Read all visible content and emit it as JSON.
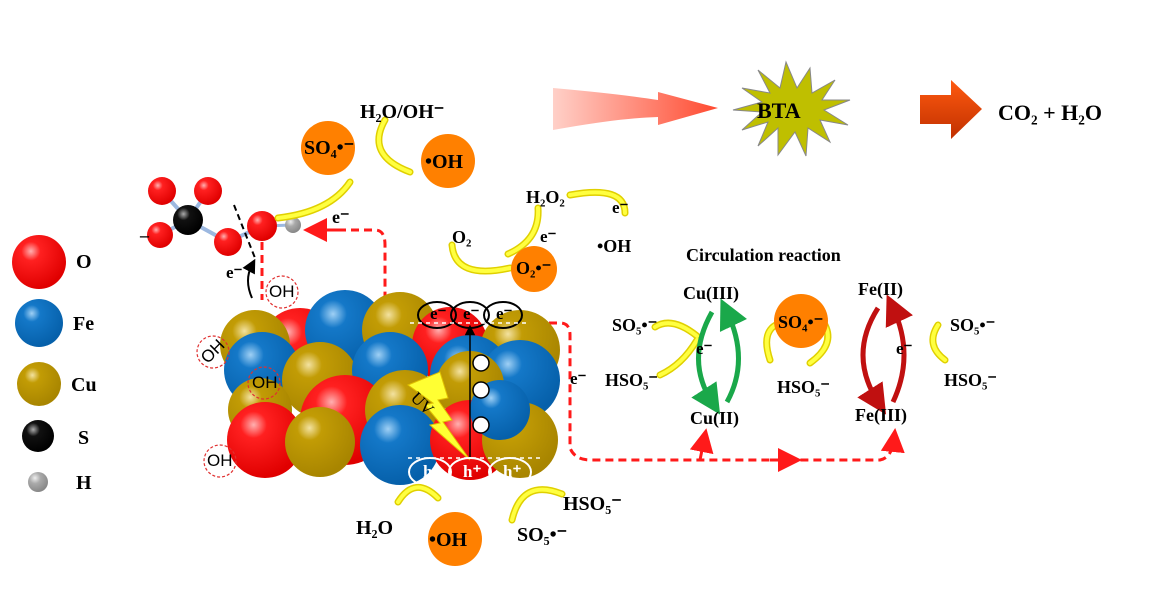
{
  "colors": {
    "oxygen": "#ff1a1a",
    "iron": "#0a6fbf",
    "copper": "#bf9a00",
    "sulfur": "#000000",
    "hydrogen": "#a8a8a8",
    "radical_bubble": "#ff8000",
    "yellow_arrow": "#ffff33",
    "dashed_path": "#ff1a1a",
    "cu_cycle": "#1aa84a",
    "fe_cycle": "#c01010",
    "bta_star": "#bfbf00"
  },
  "legend": {
    "items": [
      {
        "symbol": "O",
        "color": "#ff1a1a"
      },
      {
        "symbol": "Fe",
        "color": "#0a6fbf"
      },
      {
        "symbol": "Cu",
        "color": "#bf9a00"
      },
      {
        "symbol": "S",
        "color": "#000000"
      },
      {
        "symbol": "H",
        "color": "#a8a8a8"
      }
    ]
  },
  "top_flow": {
    "target": "BTA",
    "products": "CO₂ + H₂O"
  },
  "pms_activation": {
    "radical": "SO₄•⁻",
    "water_source": "H₂O/OH⁻",
    "hydroxyl": "•OH",
    "electron": "e⁻",
    "minus_sign": "–"
  },
  "oxygen_path": {
    "o2": "O₂",
    "superoxide": "O₂•⁻",
    "h2o2": "H₂O₂",
    "hydroxyl": "•OH",
    "electron_1": "e⁻",
    "electron_2": "e⁻"
  },
  "catalyst": {
    "surface_oh": [
      "OH",
      "OH",
      "OH",
      "OH"
    ],
    "uv_label": "UV",
    "conduction_electrons": [
      "e⁻",
      "e⁻",
      "e⁻"
    ],
    "valence_holes": [
      "h⁺",
      "h⁺",
      "h⁺"
    ],
    "transit_electrons": [
      "–",
      "–",
      "–"
    ],
    "electron_left": "e⁻",
    "electron_right": "e⁻"
  },
  "hole_reactions": {
    "water": "H₂O",
    "hydroxyl": "•OH",
    "pms": "HSO₅⁻",
    "so5": "SO₅•⁻"
  },
  "circulation": {
    "title": "Circulation reaction",
    "cu_high": "Cu(III)",
    "cu_low": "Cu(II)",
    "fe_high": "Fe(II)",
    "fe_low": "Fe(III)",
    "center_radical": "SO₄•⁻",
    "left_so5": "SO₅•⁻",
    "left_hso5": "HSO₅⁻",
    "center_hso5": "HSO₅⁻",
    "right_so5": "SO₅•⁻",
    "right_hso5": "HSO₅⁻",
    "cu_electron": "e⁻",
    "fe_electron": "e⁻"
  }
}
